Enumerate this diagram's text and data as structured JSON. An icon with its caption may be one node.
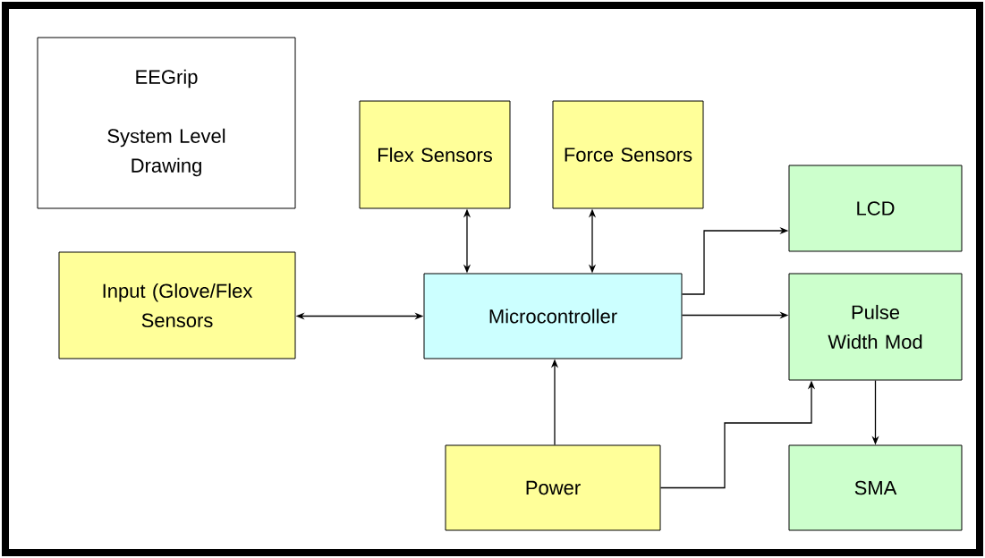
{
  "diagram": {
    "nodes": [
      {
        "text": [
          "EEGrip",
          "System Level Drawing"
        ]
      },
      {
        "text": [
          "Flex Sensors"
        ]
      },
      {
        "text": [
          "Force Sensors"
        ]
      },
      {
        "text": [
          "LCD"
        ]
      },
      {
        "text": [
          "Input (Glove/Flex Sensors"
        ]
      },
      {
        "text": [
          "Microcontroller"
        ]
      },
      {
        "text": [
          "Pulse Width Mod"
        ]
      },
      {
        "text": [
          "Power"
        ]
      },
      {
        "text": [
          "SMA"
        ]
      }
    ],
    "edges": [
      {
        "from": 1,
        "to": 5,
        "arrow": "both"
      },
      {
        "from": 2,
        "to": 5,
        "arrow": "both"
      },
      {
        "from": 5,
        "to": 3,
        "arrow": "to"
      },
      {
        "from": 4,
        "to": 5,
        "arrow": "both"
      },
      {
        "from": 5,
        "to": 6,
        "arrow": "to"
      },
      {
        "from": 7,
        "to": 5,
        "arrow": "to"
      },
      {
        "from": 7,
        "to": 6,
        "arrow": "to"
      },
      {
        "from": 6,
        "to": 8,
        "arrow": "to"
      }
    ]
  }
}
